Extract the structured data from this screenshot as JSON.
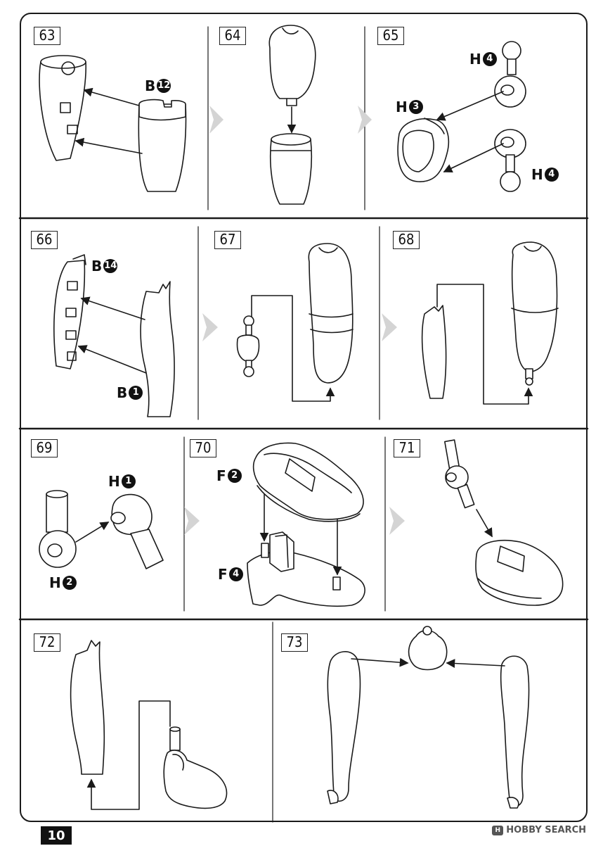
{
  "page_number": "10",
  "watermark": {
    "badge": "H",
    "text": "HOBBY SEARCH"
  },
  "steps": [
    {
      "number": "63"
    },
    {
      "number": "64"
    },
    {
      "number": "65"
    },
    {
      "number": "66"
    },
    {
      "number": "67"
    },
    {
      "number": "68"
    },
    {
      "number": "69"
    },
    {
      "number": "70"
    },
    {
      "number": "71"
    },
    {
      "number": "72"
    },
    {
      "number": "73"
    }
  ],
  "labels": {
    "b12": {
      "letter": "B",
      "num": "12"
    },
    "h4a": {
      "letter": "H",
      "num": "4"
    },
    "h3": {
      "letter": "H",
      "num": "3"
    },
    "h4b": {
      "letter": "H",
      "num": "4"
    },
    "b14": {
      "letter": "B",
      "num": "14"
    },
    "b1": {
      "letter": "B",
      "num": "1"
    },
    "h1": {
      "letter": "H",
      "num": "1"
    },
    "h2": {
      "letter": "H",
      "num": "2"
    },
    "f2": {
      "letter": "F",
      "num": "2"
    },
    "f4": {
      "letter": "F",
      "num": "4"
    }
  },
  "colors": {
    "line": "#1a1a1a",
    "part_fill": "#ffffff",
    "chevron": "#d4d4d4"
  }
}
